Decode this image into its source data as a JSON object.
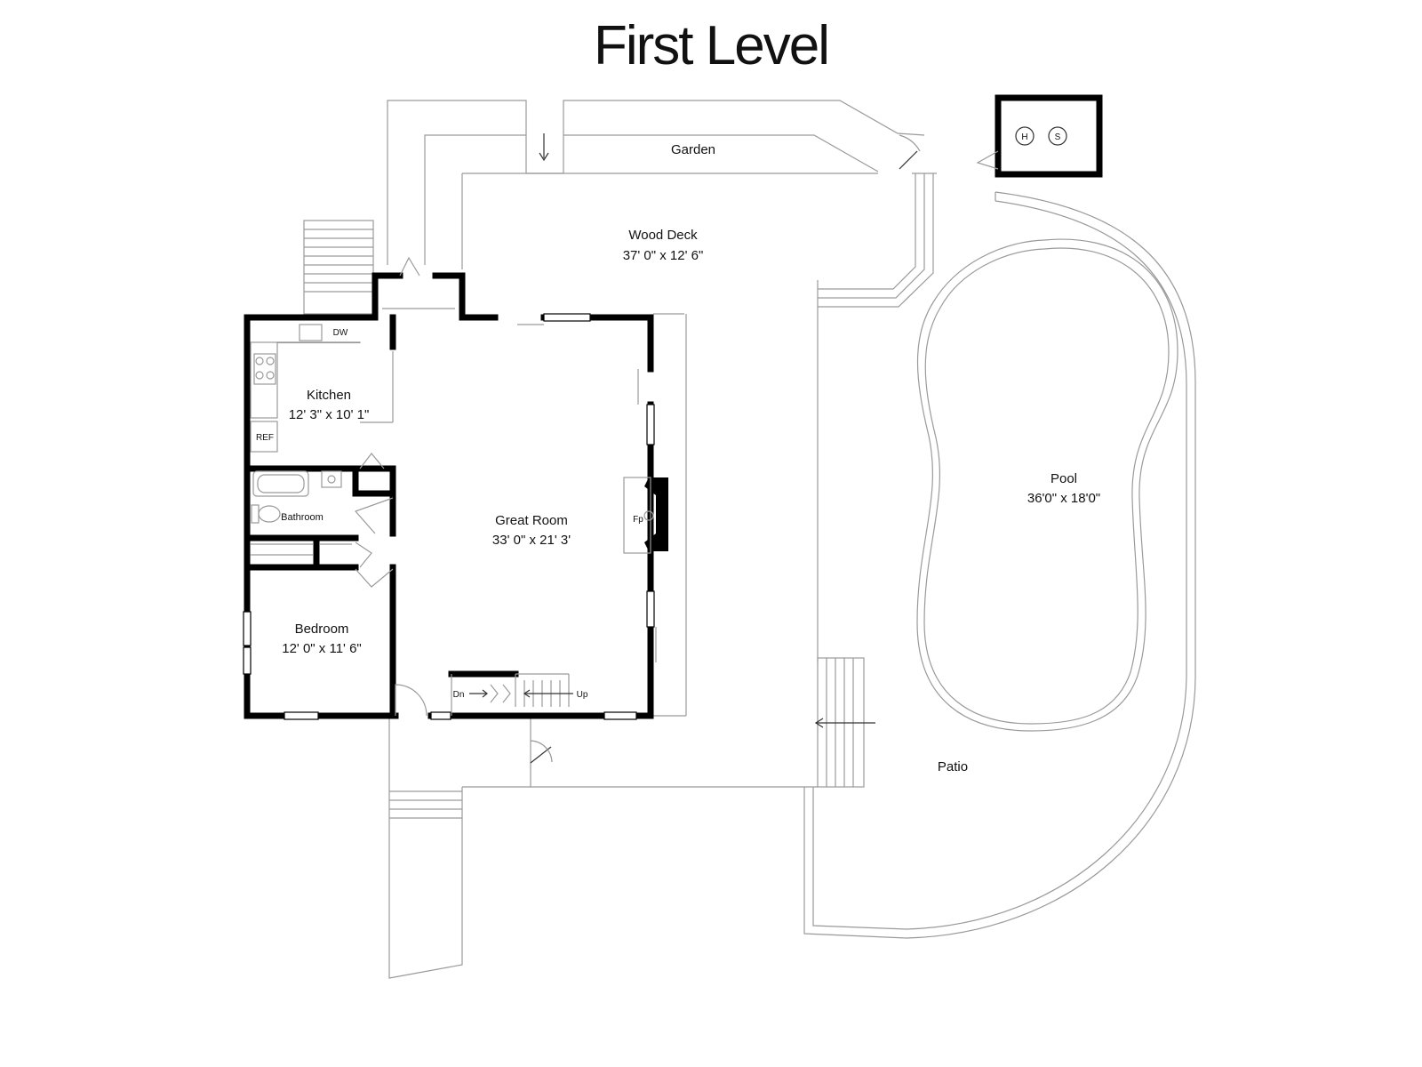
{
  "title": "First Level",
  "rooms": {
    "garden": {
      "name": "Garden"
    },
    "wood_deck": {
      "name": "Wood Deck",
      "size": "37' 0\" x  12' 6\""
    },
    "kitchen": {
      "name": "Kitchen",
      "size": "12' 3\" x  10' 1\""
    },
    "great_room": {
      "name": "Great Room",
      "size": "33' 0\" x 21' 3'"
    },
    "bathroom": {
      "name": "Bathroom"
    },
    "bedroom": {
      "name": "Bedroom",
      "size": "12' 0\" x 11' 6\""
    },
    "pool": {
      "name": "Pool",
      "size": "36'0\" x 18'0\""
    },
    "patio": {
      "name": "Patio"
    }
  },
  "fixtures": {
    "dishwasher": "DW",
    "refrigerator": "REF",
    "fireplace": "Fp",
    "stairs_down": "Dn",
    "stairs_up": "Up",
    "shed_h": "H",
    "shed_s": "S"
  }
}
